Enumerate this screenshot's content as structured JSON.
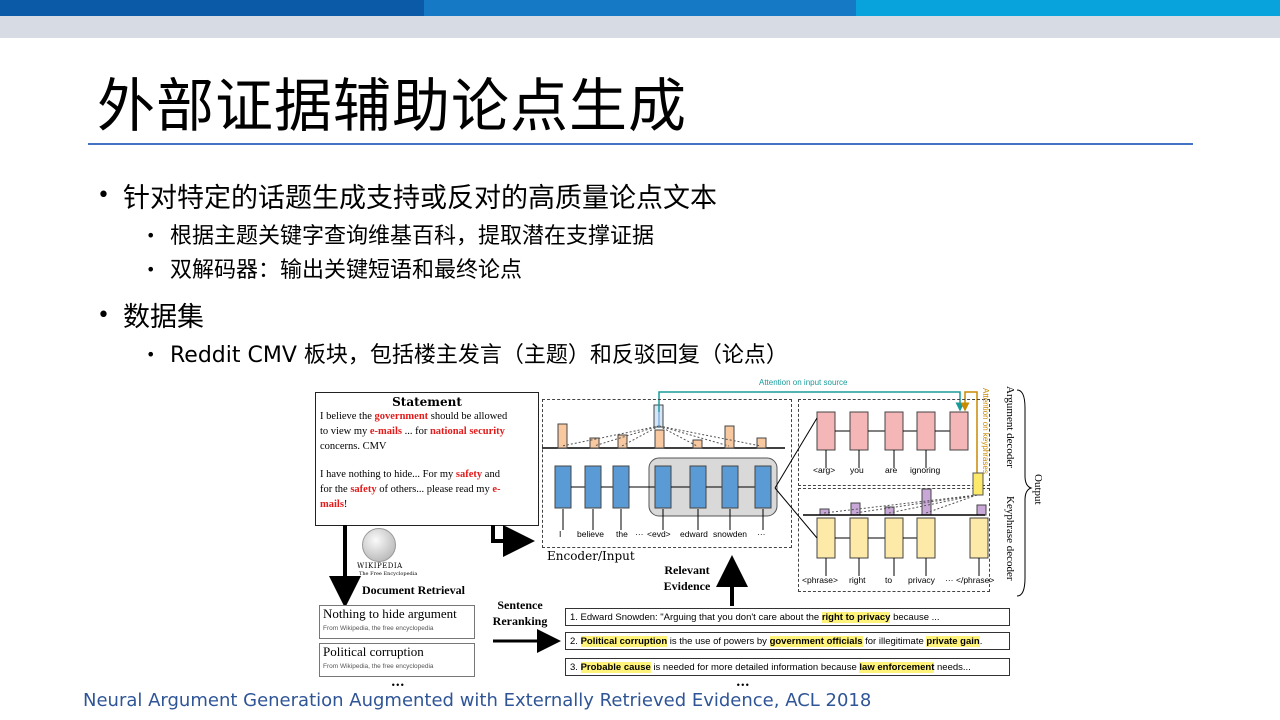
{
  "header": {
    "accent_colors": [
      "#0b5aa8",
      "#1679c6",
      "#08a2dc"
    ]
  },
  "slide": {
    "title": "外部证据辅助论点生成",
    "bullets": [
      {
        "text": "针对特定的话题生成支持或反对的高质量论点文本",
        "sub": [
          "根据主题关键字查询维基百科，提取潜在支撑证据",
          "双解码器：输出关键短语和最终论点"
        ]
      },
      {
        "text": "数据集",
        "sub": [
          "Reddit CMV 板块，包括楼主发言（主题）和反驳回复（论点）"
        ]
      }
    ],
    "footer": "Neural Argument Generation Augmented with Externally Retrieved Evidence, ACL 2018"
  },
  "figure": {
    "statement_title": "Statement",
    "statement_lines": [
      [
        "I believe the ",
        "government",
        " should be allowed"
      ],
      [
        "to view my ",
        "e-mails",
        " ... for ",
        "national security"
      ],
      [
        "concerns. CMV"
      ],
      [
        "I have nothing to hide... For my ",
        "safety",
        " and"
      ],
      [
        "for the ",
        "safety",
        " of others... please read my ",
        "e-"
      ],
      [
        "mails",
        "!"
      ]
    ],
    "wiki_logo": "WIKIPEDIA",
    "wiki_tagline": "The Free Encyclopedia",
    "document_retrieval": "Document Retrieval",
    "docs": [
      {
        "title": "Nothing to hide argument",
        "sub": "From Wikipedia, the free encyclopedia"
      },
      {
        "title": "Political corruption",
        "sub": "From Wikipedia, the free encyclopedia"
      }
    ],
    "ellipsis": "...",
    "sentence_reranking": [
      "Sentence",
      "Reranking"
    ],
    "relevant_evidence": [
      "Relevant",
      "Evidence"
    ],
    "evidence": [
      [
        [
          "1. Edward Snowden: \"Arguing that you don't care about the ",
          false
        ],
        [
          "right to privacy",
          true
        ],
        [
          " because ...",
          false
        ]
      ],
      [
        [
          "2. ",
          false
        ],
        [
          "Political corruption",
          true
        ],
        [
          " is the use of powers by ",
          false
        ],
        [
          "government officials",
          true
        ],
        [
          " for illegitimate ",
          false
        ],
        [
          "private gain",
          true
        ],
        [
          ".",
          false
        ]
      ],
      [
        [
          "3. ",
          false
        ],
        [
          "Probable cause",
          true
        ],
        [
          " is needed for more detailed information because ",
          false
        ],
        [
          "law enforcement",
          true
        ],
        [
          " needs...",
          false
        ]
      ]
    ],
    "encoder_label": "Encoder/Input",
    "encoder_tokens": [
      "I",
      "believe",
      "the",
      "···",
      "<evd>",
      "edward",
      "snowden",
      "···"
    ],
    "attention_input": "Attention on input source",
    "attention_keyphrases": "Attention on keyphrases",
    "arg_tokens": [
      "<arg>",
      "you",
      "are",
      "ignoring"
    ],
    "phrase_tokens": [
      "<phrase>",
      "right",
      "to",
      "privacy",
      "···",
      "</phrase>"
    ],
    "argument_decoder": "Argument decoder",
    "keyphrase_decoder": "Keyphrase decoder",
    "output": "Output",
    "colors": {
      "encoder_cell": "#5b9bd5",
      "arg_cell": "#f4b6b6",
      "phrase_cell": "#fde9a8",
      "attn_bar": "#f8c9a0",
      "kp_bar": "#c9a8d8",
      "teal": "#1a9b9b",
      "orange": "#c88a00",
      "highlight": "#fff37a",
      "red_text": "#e31b1b"
    }
  }
}
